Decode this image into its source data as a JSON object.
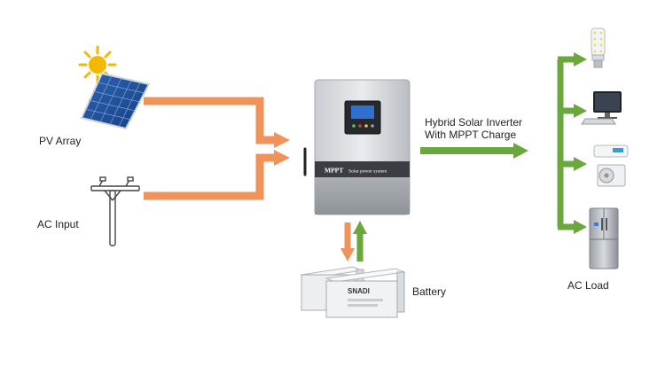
{
  "labels": {
    "pv_array": "PV Array",
    "ac_input": "AC Input",
    "inverter_line1": "Hybrid Solar Inverter",
    "inverter_line2": "With MPPT Charge",
    "battery": "Battery",
    "ac_load": "AC Load"
  },
  "device": {
    "brand": "MPPT",
    "tagline": "Solar power system"
  },
  "battery_brand": "SNADI",
  "colors": {
    "input_arrow": "#f0935a",
    "output_arrow": "#6aa83e",
    "panel": "#1f4f9a",
    "sun": "#f5b800"
  },
  "icons": [
    "sun-icon",
    "solar-panel-icon",
    "utility-pole-icon",
    "inverter-icon",
    "battery-icon",
    "light-bulb-icon",
    "computer-icon",
    "air-conditioner-icon",
    "refrigerator-icon"
  ]
}
